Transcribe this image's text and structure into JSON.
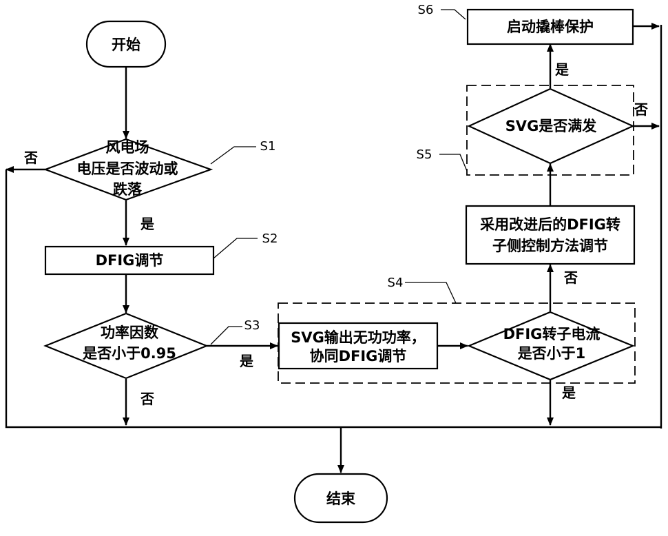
{
  "nodes": {
    "start": "开始",
    "s1": [
      "风电场",
      "电压是否波动或",
      "跌落"
    ],
    "s2": "DFIG调节",
    "s3": [
      "功率因数",
      "是否小于0.95"
    ],
    "svg_output": [
      "SVG输出无功功率，",
      "协同DFIG调节"
    ],
    "rotor_check": [
      "DFIG转子电流",
      "是否小于1"
    ],
    "improved_control": [
      "采用改进后的DFIG转",
      "子侧控制方法调节"
    ],
    "svg_full": "SVG是否满发",
    "s6": "启动撬棒保护",
    "end": "结束"
  },
  "step_labels": {
    "s1": "S1",
    "s2": "S2",
    "s3": "S3",
    "s4": "S4",
    "s5": "S5",
    "s6": "S6"
  },
  "edge_labels": {
    "s1_no": "否",
    "s1_yes": "是",
    "s3_yes": "是",
    "s3_no": "否",
    "rotor_no": "否",
    "rotor_yes": "是",
    "svg_full_yes": "是",
    "svg_full_no": "否"
  }
}
